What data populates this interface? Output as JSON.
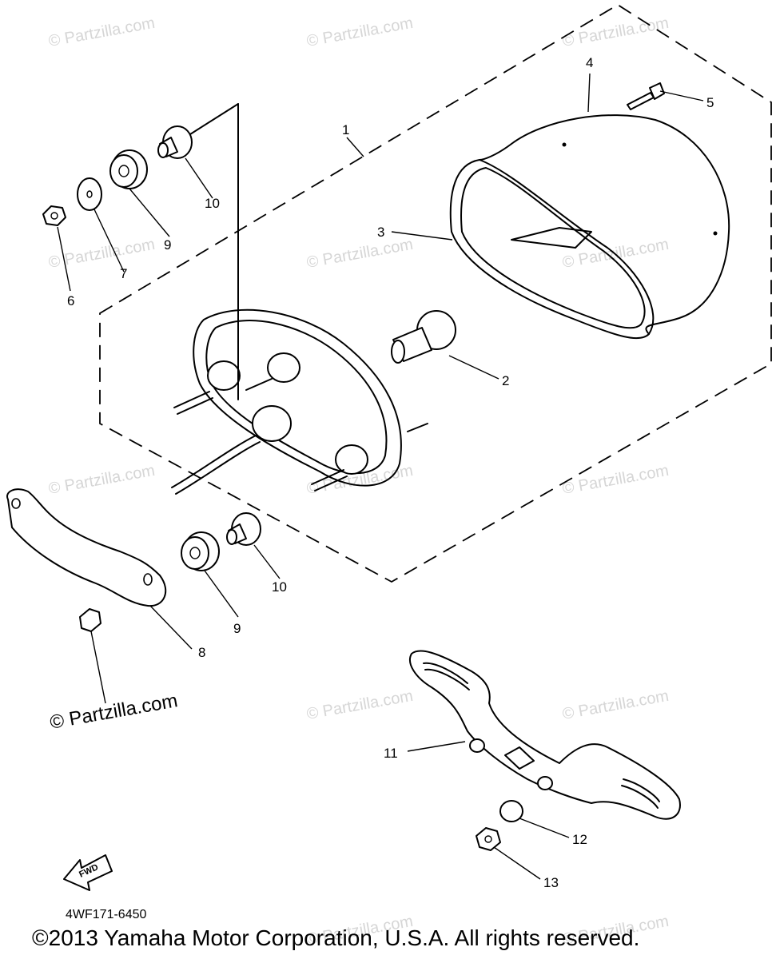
{
  "diagram": {
    "callouts": [
      {
        "id": "1",
        "label": "1"
      },
      {
        "id": "2",
        "label": "2"
      },
      {
        "id": "3",
        "label": "3"
      },
      {
        "id": "4",
        "label": "4"
      },
      {
        "id": "5",
        "label": "5"
      },
      {
        "id": "6",
        "label": "6"
      },
      {
        "id": "7",
        "label": "7"
      },
      {
        "id": "8",
        "label": "8"
      },
      {
        "id": "9a",
        "label": "9"
      },
      {
        "id": "9b",
        "label": "9"
      },
      {
        "id": "10a",
        "label": "10"
      },
      {
        "id": "10b",
        "label": "10"
      },
      {
        "id": "11",
        "label": "11"
      },
      {
        "id": "12",
        "label": "12"
      },
      {
        "id": "13",
        "label": "13"
      }
    ],
    "fwd_label": "FWD",
    "code": "4WF171-6450",
    "watermark": "© Partzilla.com",
    "copyright": "©2013 Yamaha Motor Corporation, U.S.A. All rights reserved."
  },
  "colors": {
    "line": "#000000",
    "watermark": "#d6d6d6",
    "background": "#ffffff"
  }
}
